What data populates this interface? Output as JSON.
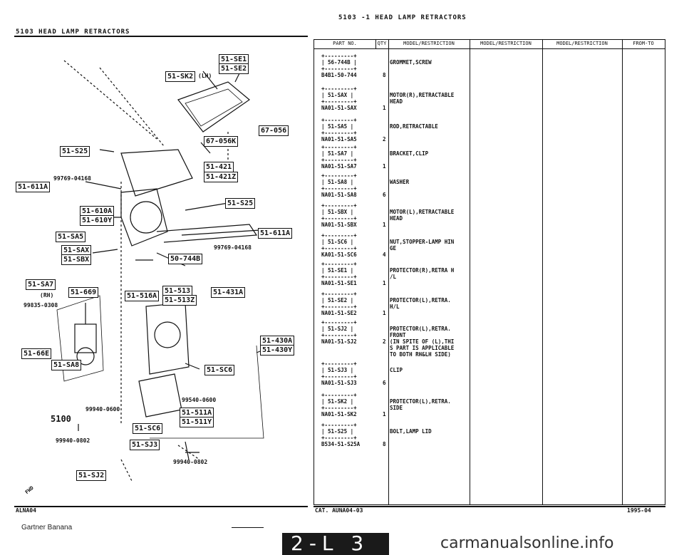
{
  "left_header": "5103  HEAD LAMP RETRACTORS",
  "right_header": "5103 -1  HEAD LAMP RETRACTORS",
  "table_headers": [
    "PART NO.",
    "QTY",
    "MODEL/RESTRICTION",
    "MODEL/RESTRICTION",
    "MODEL/RESTRICTION",
    "FROM-TO"
  ],
  "rows": [
    {
      "code": "56-744B",
      "part": "B4B1-50-744",
      "qty": "8",
      "desc": "GROMMET,SCREW"
    },
    {
      "code": "51-SAX",
      "part": "NA01-51-SAX",
      "qty": "1",
      "desc": "MOTOR(R),RETRACTABLE\n HEAD"
    },
    {
      "code": "51-SA5",
      "part": "NA01-51-SA5",
      "qty": "2",
      "desc": "ROD,RETRACTABLE"
    },
    {
      "code": "51-SA7",
      "part": "NA01-51-SA7",
      "qty": "1",
      "desc": "BRACKET,CLIP"
    },
    {
      "code": "51-SA8",
      "part": "NA01-51-SA8",
      "qty": "6",
      "desc": "WASHER"
    },
    {
      "code": "51-SBX",
      "part": "NA01-51-SBX",
      "qty": "1",
      "desc": "MOTOR(L),RETRACTABLE\n HEAD"
    },
    {
      "code": "51-SC6",
      "part": "KA01-51-SC6",
      "qty": "4",
      "desc": "NUT,STOPPER-LAMP HIN\nGE"
    },
    {
      "code": "51-SE1",
      "part": "NA01-51-SE1",
      "qty": "1",
      "desc": "PROTECTOR(R),RETRA H\n/L"
    },
    {
      "code": "51-SE2",
      "part": "NA01-51-SE2",
      "qty": "1",
      "desc": "PROTECTOR(L),RETRA.\nH/L"
    },
    {
      "code": "51-SJ2",
      "part": "NA01-51-SJ2",
      "qty": "2",
      "desc": "PROTECTOR(L),RETRA.\nFRONT\n(IN SPITE OF (L),THI\nS PART IS APPLICABLE\n TO BOTH RH&LH SIDE)"
    },
    {
      "code": "51-SJ3",
      "part": "NA01-51-SJ3",
      "qty": "6",
      "desc": "CLIP"
    },
    {
      "code": "51-SK2",
      "part": "NA01-51-SK2",
      "qty": "1",
      "desc": "PROTECTOR(L),RETRA.\nSIDE"
    },
    {
      "code": "51-S25",
      "part": "B534-51-S25A",
      "qty": "8",
      "desc": "BOLT,LAMP LID"
    }
  ],
  "diagram_labels": {
    "t1": "51-SE1",
    "t2": "51-SE2",
    "t3": "51-SK2",
    "t3s": "(LH)",
    "t4": "67-056K",
    "t5": "67-056",
    "t6": "51-S25",
    "t7": "51-421",
    "t8": "51-421Z",
    "t9": "99769-04168",
    "t10": "51-611A",
    "t11": "51-610A",
    "t12": "51-610Y",
    "t13": "51-S25",
    "t14": "51-611A",
    "t15": "51-SA5",
    "t16": "51-SAX",
    "t17": "51-SBX",
    "t18": "99769-04168",
    "t19": "50-744B",
    "t20": "51-SA7",
    "t20s": "(RH)",
    "t21": "51-669",
    "t22": "99835-0308",
    "t23": "51-516A",
    "t24": "51-513",
    "t25": "51-513Z",
    "t26": "51-431A",
    "t27": "51-430A",
    "t28": "51-430Y",
    "t29": "51-66E",
    "t30": "51-SA8",
    "t31": "51-SC6",
    "t32": "99540-0600",
    "t33": "99940-0600",
    "t34": "51-511A",
    "t35": "51-511Y",
    "t36": "5100",
    "t37": "51-SC6",
    "t38": "99940-0802",
    "t39": "51-SJ3",
    "t40": "99940-0802",
    "t41": "51-SJ2",
    "t42": "FWD"
  },
  "footer_left": "ALNA04",
  "footer_mid": "CAT. AUNA04-03",
  "footer_right": "1995-04",
  "gartner": "Gartner Banana",
  "page_tab": "2-L 3",
  "watermark": "carmanualsonline.info"
}
